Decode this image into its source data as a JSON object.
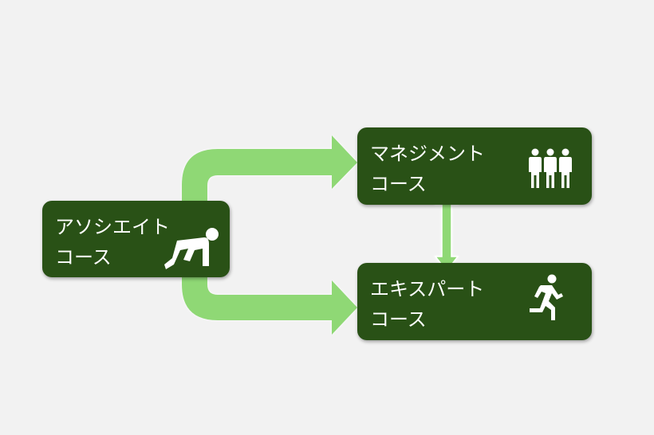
{
  "colors": {
    "box": "#295116",
    "arrow": "#8fd874",
    "background": "#f2f2f2"
  },
  "nodes": {
    "associate": {
      "line1": "アソシエイト",
      "line2": "コース",
      "icon": "runner-start-icon"
    },
    "management": {
      "line1": "マネジメント",
      "line2": "コース",
      "icon": "group-people-icon"
    },
    "expert": {
      "line1": "エキスパート",
      "line2": "コース",
      "icon": "running-person-icon"
    }
  }
}
